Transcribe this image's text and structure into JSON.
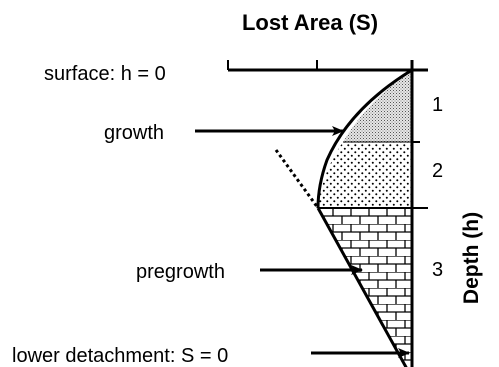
{
  "diagram": {
    "title": "Lost Area (S)",
    "axis_label": "Depth (h)",
    "labels": {
      "surface": "surface: h = 0",
      "growth": "growth",
      "pregrowth": "pregrowth",
      "lower_detachment": "lower detachment: S = 0"
    },
    "zones": [
      {
        "number": "1",
        "fill": "fine-stipple"
      },
      {
        "number": "2",
        "fill": "coarse-dots"
      },
      {
        "number": "3",
        "fill": "brick"
      }
    ]
  }
}
